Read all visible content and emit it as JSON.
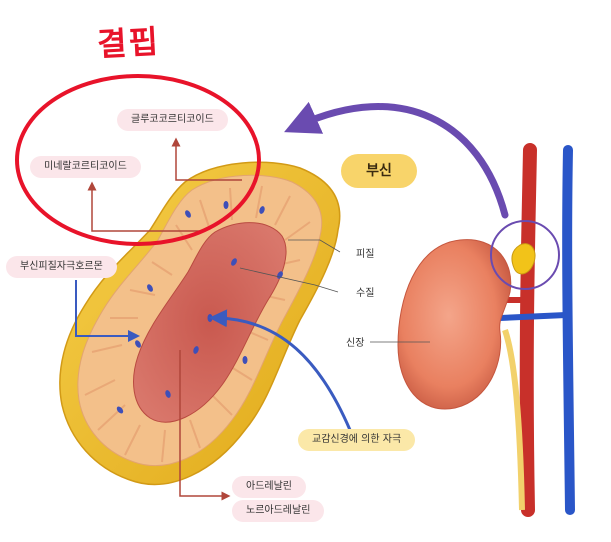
{
  "handwritten_note": "결핍",
  "labels": {
    "glucocorticoid": "글루코코르티코이드",
    "mineralocorticoid": "미네랄코르티코이드",
    "acth": "부신피질자극호르몬",
    "cortex": "피질",
    "medulla": "수질",
    "kidney": "신장",
    "adrenal_gland": "부신",
    "sympathetic": "교감신경에 의한 자극",
    "adrenaline": "아드레날린",
    "noradrenaline": "노르아드레날린"
  },
  "colors": {
    "handwriting": "#e8132a",
    "pink_pill": "#fbe6ea",
    "yellow_pill": "#fbe8a8",
    "arrow_purple": "#6a4bb0",
    "arrow_blue": "#3a5bc0",
    "arrow_red": "#b0463a"
  }
}
